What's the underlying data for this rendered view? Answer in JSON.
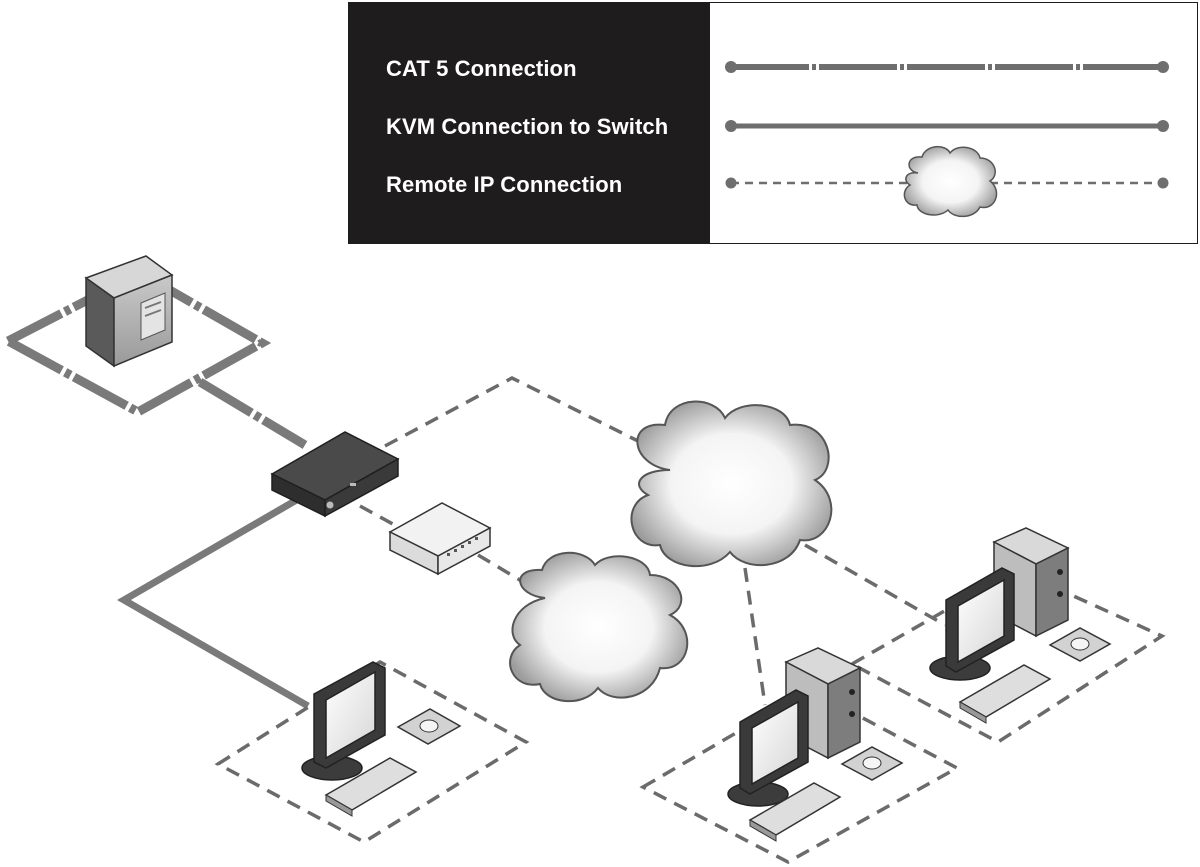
{
  "legend": {
    "items": [
      {
        "key": "cat5",
        "label": "CAT 5 Connection",
        "line_style": "dash-dot-thick"
      },
      {
        "key": "kvm",
        "label": "KVM Connection to Switch",
        "line_style": "solid"
      },
      {
        "key": "remote",
        "label": "Remote IP Connection",
        "line_style": "dashed-through-cloud"
      }
    ]
  },
  "colors": {
    "legend_background": "#1f1c1d",
    "legend_text": "#ffffff",
    "cat5_line": "#7a7a7a",
    "kvm_line": "#7a7a7a",
    "ip_line": "#6b6b6b",
    "device_dark": "#3a3a3a",
    "device_light": "#e6e6e6"
  },
  "diagram": {
    "nodes": [
      {
        "id": "server",
        "icon": "tower-server-icon"
      },
      {
        "id": "kvm-switch",
        "icon": "kvm-switch-icon"
      },
      {
        "id": "network-hub",
        "icon": "network-hub-icon"
      },
      {
        "id": "cloud-upper",
        "icon": "cloud-icon"
      },
      {
        "id": "cloud-lower",
        "icon": "cloud-icon"
      },
      {
        "id": "local-station",
        "icon": "workstation-icon"
      },
      {
        "id": "remote-station-1",
        "icon": "desktop-computer-icon"
      },
      {
        "id": "remote-station-2",
        "icon": "desktop-computer-icon"
      }
    ]
  }
}
